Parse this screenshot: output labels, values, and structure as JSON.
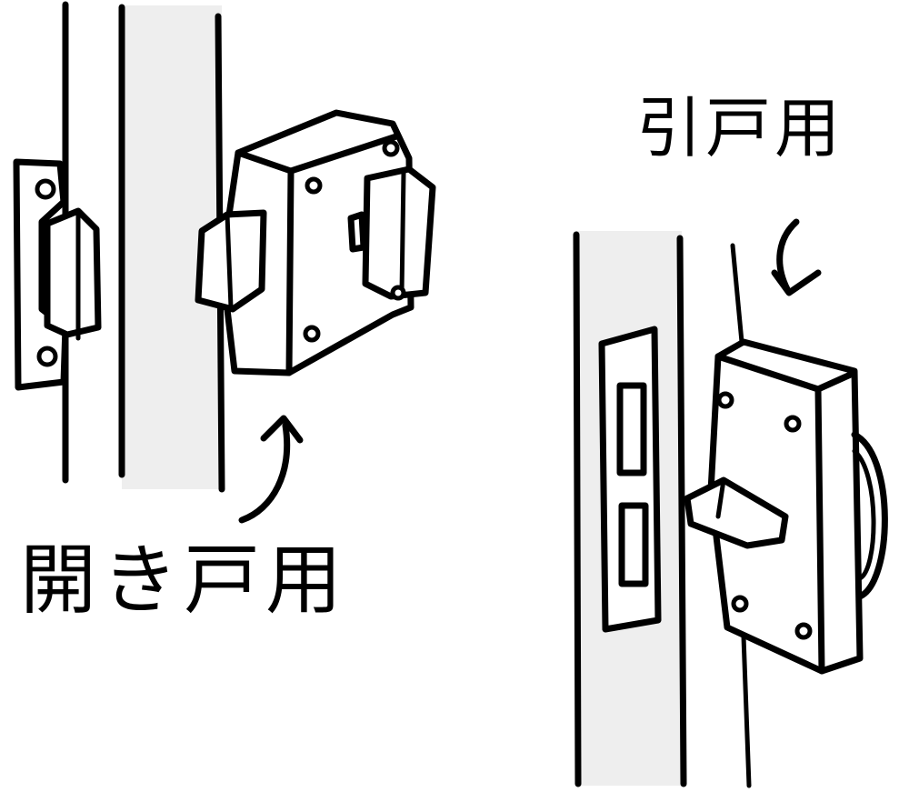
{
  "labels": {
    "hinged_door": "開き戸用",
    "sliding_door": "引戸用"
  },
  "colors": {
    "ink": "#000000",
    "paper": "#ffffff",
    "door_edge": "#eeeeee"
  },
  "icons": {
    "left_arrow": "curved-arrow-up",
    "right_arrow": "curved-arrow-down"
  }
}
